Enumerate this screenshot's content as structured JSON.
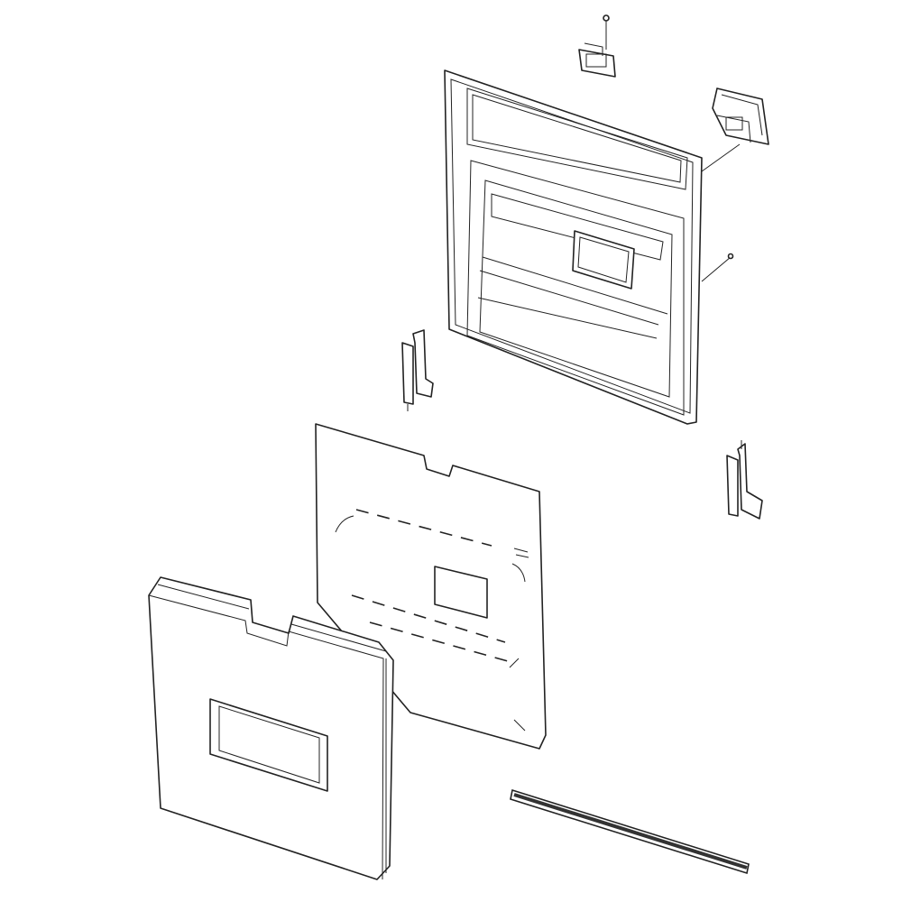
{
  "diagram": {
    "colors": {
      "line": "#222222",
      "background": "#ffffff",
      "gasket": "#333333"
    },
    "parts": [
      "control-switch",
      "control-module",
      "inner-door-panel",
      "screw",
      "left-hinge",
      "right-hinge",
      "insulation-sheet",
      "outer-door-panel",
      "door-gasket-strip"
    ]
  }
}
